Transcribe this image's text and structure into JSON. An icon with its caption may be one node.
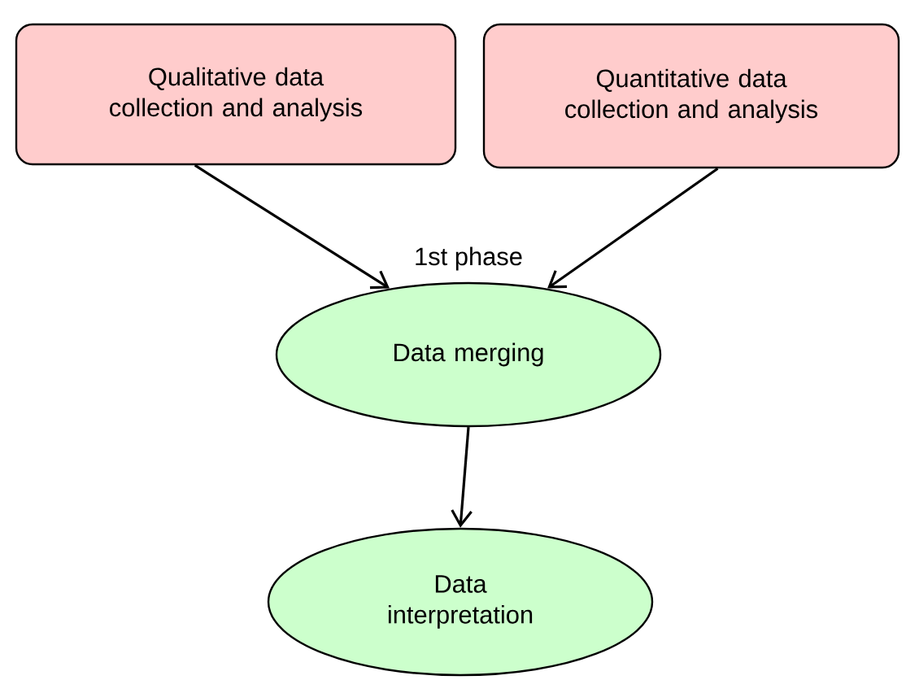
{
  "diagram": {
    "nodes": [
      {
        "text": [
          "Qualitative data collection and analysis"
        ]
      },
      {
        "text": [
          "Quantitative data collection and analysis"
        ]
      },
      {
        "text": [
          "Data merging"
        ]
      },
      {
        "text": [
          "Data interpretation"
        ]
      }
    ],
    "edges": [
      {
        "from": 0,
        "to": 2,
        "arrow": "to"
      },
      {
        "from": 1,
        "to": 2,
        "arrow": "to"
      },
      {
        "from": 2,
        "to": 3,
        "arrow": "to"
      }
    ],
    "labels": [
      "1st phase"
    ]
  }
}
